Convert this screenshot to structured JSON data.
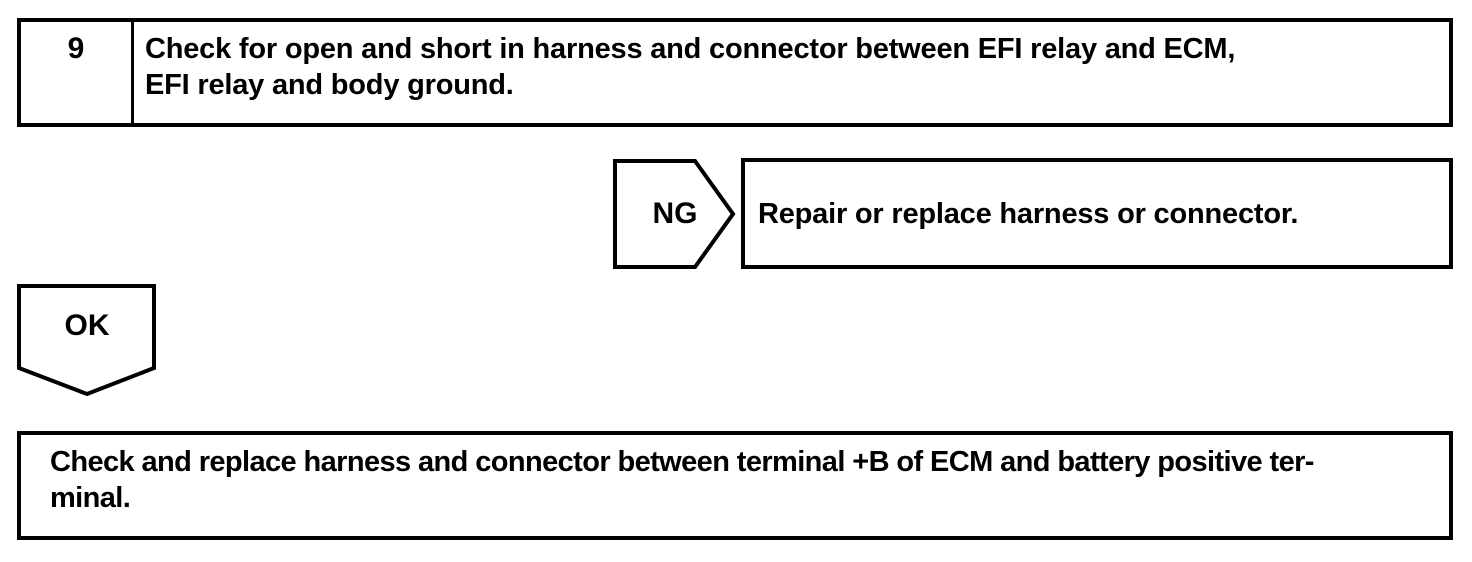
{
  "page": {
    "background_color": "#ffffff",
    "line_color": "#000000"
  },
  "step_box": {
    "number": "9",
    "lines": [
      "Check for open and short in harness and connector between EFI relay and ECM,",
      "EFI relay and body ground."
    ]
  },
  "ng_branch": {
    "label": "NG",
    "result": "Repair or replace harness or connector."
  },
  "ok_branch": {
    "label": "OK"
  },
  "next_step_box": {
    "lines": [
      "Check and replace harness and connector between terminal +B of ECM and battery positive ter-",
      "minal."
    ]
  }
}
